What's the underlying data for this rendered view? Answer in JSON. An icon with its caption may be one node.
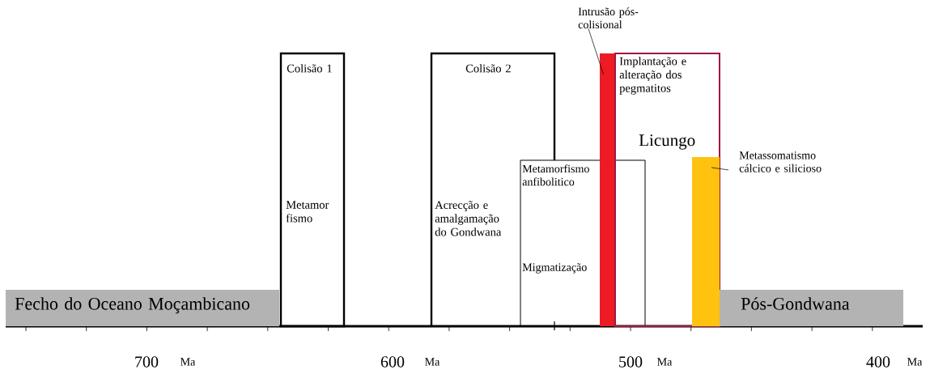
{
  "diagram": {
    "nodes": [
      {
        "text": [
          "Fecho do Oceano Moçambicano"
        ]
      },
      {
        "text": [
          "Colisão 1",
          "Metamor fismo"
        ]
      },
      {
        "text": [
          "Colisão 2",
          "Acrecção e amalgamação do Gondwana"
        ]
      },
      {
        "text": [
          "Metamorfismo anfibolitico",
          "Migmatização"
        ]
      },
      {
        "text": [],
        "shape": "bar"
      },
      {
        "text": [
          "Intrusão pós-colisional"
        ]
      },
      {
        "text": [
          "Implantação e alteração dos pegmatitos",
          "Licungo"
        ]
      },
      {
        "text": [],
        "shape": "bar",
        "in": 6
      },
      {
        "text": [
          "Metassomatismo cálcico e silicioso"
        ]
      },
      {
        "text": [
          "Pós-Gondwana"
        ]
      }
    ],
    "edges": [
      {
        "from": 5,
        "to": 4,
        "arrow": "none"
      },
      {
        "from": 8,
        "to": 7,
        "arrow": "none"
      }
    ],
    "labels": [
      "700",
      "Ma",
      "600",
      "Ma",
      "500",
      "Ma",
      "400",
      "Ma"
    ]
  }
}
